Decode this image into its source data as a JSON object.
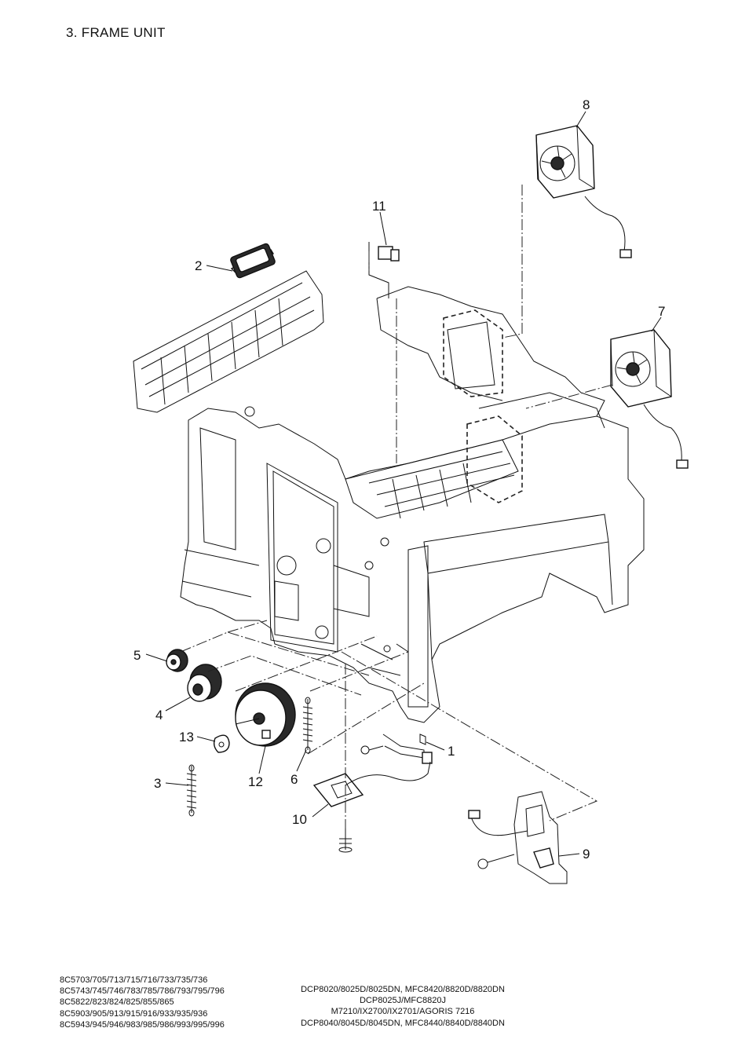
{
  "title": "3. FRAME UNIT",
  "callouts": {
    "c1": "1",
    "c2": "2",
    "c3": "3",
    "c4": "4",
    "c5": "5",
    "c6": "6",
    "c7": "7",
    "c8": "8",
    "c9": "9",
    "c10": "10",
    "c11": "11",
    "c12": "12",
    "c13": "13"
  },
  "models_left": [
    "8C5703/705/713/715/716/733/735/736",
    "8C5743/745/746/783/785/786/793/795/796",
    "8C5822/823/824/825/855/865",
    "8C5903/905/913/915/916/933/935/936",
    "8C5943/945/946/983/985/986/993/995/996"
  ],
  "models_right": [
    "DCP8020/8025D/8025DN, MFC8420/8820D/8820DN",
    "DCP8025J/MFC8820J",
    "M7210/IX2700/IX2701/AGORIS 7216",
    "DCP8040/8045D/8045DN, MFC8440/8840D/8840DN"
  ]
}
